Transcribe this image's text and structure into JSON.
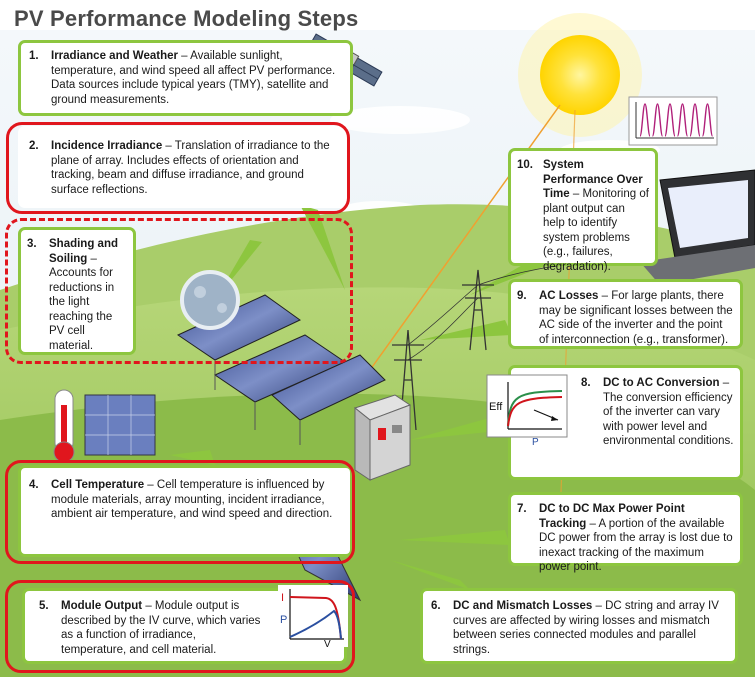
{
  "title": "PV Performance Modeling Steps",
  "steps": [
    {
      "num": "1.",
      "head": "Irradiance and Weather",
      "sep": " – ",
      "body": "Available sunlight, temperature, and wind speed all affect PV performance.  Data sources include typical years (TMY), satellite and ground measurements."
    },
    {
      "num": "2.",
      "head": "Incidence Irradiance",
      "sep": " – ",
      "body": "Translation of irradiance to the plane of array.  Includes effects of orientation and tracking, beam and diffuse irradiance, and ground surface reflections."
    },
    {
      "num": "3.",
      "head": "Shading and Soiling",
      "sep": " – ",
      "body": "Accounts for reductions in the light reaching the PV cell material."
    },
    {
      "num": "4.",
      "head": "Cell Temperature",
      "sep": " – ",
      "body": "Cell temperature is influenced by module materials, array mounting, incident irradiance, ambient air temperature, and wind speed and direction."
    },
    {
      "num": "5.",
      "head": "Module Output",
      "sep": " – ",
      "body": "Module output is described by the IV curve, which varies as a function of irradiance, temperature, and cell material."
    },
    {
      "num": "6.",
      "head": "DC and Mismatch Losses",
      "sep": " – ",
      "body": "DC string and array IV curves are affected by wiring losses and mismatch between series connected modules and parallel strings."
    },
    {
      "num": "7.",
      "head": "DC to DC Max Power Point Tracking",
      "sep": " – ",
      "body": "A portion of the available DC power from the array is lost due to inexact tracking of the maximum power point."
    },
    {
      "num": "8.",
      "head": "DC to AC Conversion",
      "sep": " – ",
      "body": "The conversion efficiency of the inverter can vary with power level and environmental conditions."
    },
    {
      "num": "9.",
      "head": "AC Losses",
      "sep": " – ",
      "body": "For large plants, there may be significant losses between the AC side of the inverter and the point of interconnection (e.g., transformer)."
    },
    {
      "num": "10.",
      "head": "System Performance Over Time",
      "sep": " – ",
      "body": "Monitoring of plant output can help to identify system problems (e.g., failures, degradation)."
    }
  ],
  "charts": {
    "eff_label": "Eff",
    "p_label": "P",
    "iv_i_label": "I",
    "iv_p_label": "P",
    "iv_v_label": "V"
  },
  "colors": {
    "box_border": "#8dc63f",
    "highlight": "#e0161d",
    "hill": "#9cc65a",
    "sky": "#e8f1f5",
    "sun": "#ffd400"
  }
}
